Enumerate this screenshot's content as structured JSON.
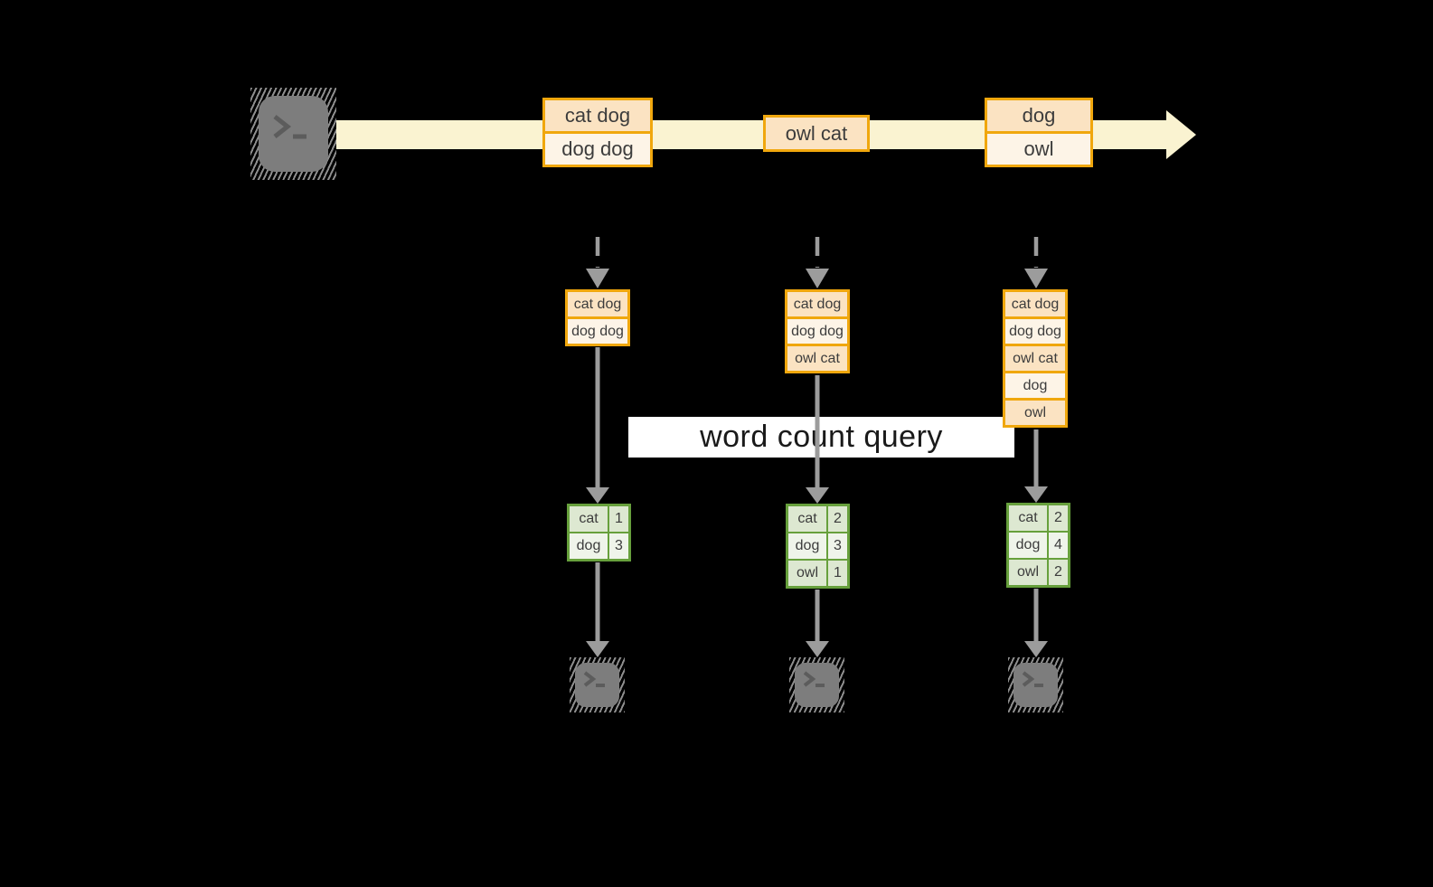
{
  "diagram": {
    "description": "streaming word count",
    "query": {
      "label": "word count query"
    },
    "source": {
      "icon": "terminal-icon"
    },
    "sinks": [
      {
        "icon": "terminal-icon"
      },
      {
        "icon": "terminal-icon"
      },
      {
        "icon": "terminal-icon"
      }
    ],
    "stream": {
      "batches": [
        {
          "items": [
            "cat dog",
            "dog dog"
          ]
        },
        {
          "items": [
            "owl cat"
          ]
        },
        {
          "items": [
            "dog",
            "owl"
          ]
        }
      ]
    },
    "columns": [
      {
        "batch": [
          "cat dog",
          "dog dog"
        ],
        "counts": [
          {
            "word": "cat",
            "count": "1"
          },
          {
            "word": "dog",
            "count": "3"
          }
        ]
      },
      {
        "batch": [
          "cat dog",
          "dog dog",
          "owl cat"
        ],
        "counts": [
          {
            "word": "cat",
            "count": "2"
          },
          {
            "word": "dog",
            "count": "3"
          },
          {
            "word": "owl",
            "count": "1"
          }
        ]
      },
      {
        "batch": [
          "cat dog",
          "dog dog",
          "owl cat",
          "dog",
          "owl"
        ],
        "counts": [
          {
            "word": "cat",
            "count": "2"
          },
          {
            "word": "dog",
            "count": "4"
          },
          {
            "word": "owl",
            "count": "2"
          }
        ]
      }
    ],
    "colors": {
      "background": "#000000",
      "stream_arrow": "#FAF3D1",
      "batch_border": "#F0A70D",
      "batch_fill_dark": "#FBE3C2",
      "batch_fill_light": "#FDF4E7",
      "table_border": "#67A03C",
      "table_fill_dark": "#DDE8D1",
      "table_fill_light": "#EFF4EA",
      "flow_arrow_gray": "#9C9C9C",
      "terminal_gray": "#7D7D7D",
      "banner_bg": "#FFFFFF"
    }
  }
}
